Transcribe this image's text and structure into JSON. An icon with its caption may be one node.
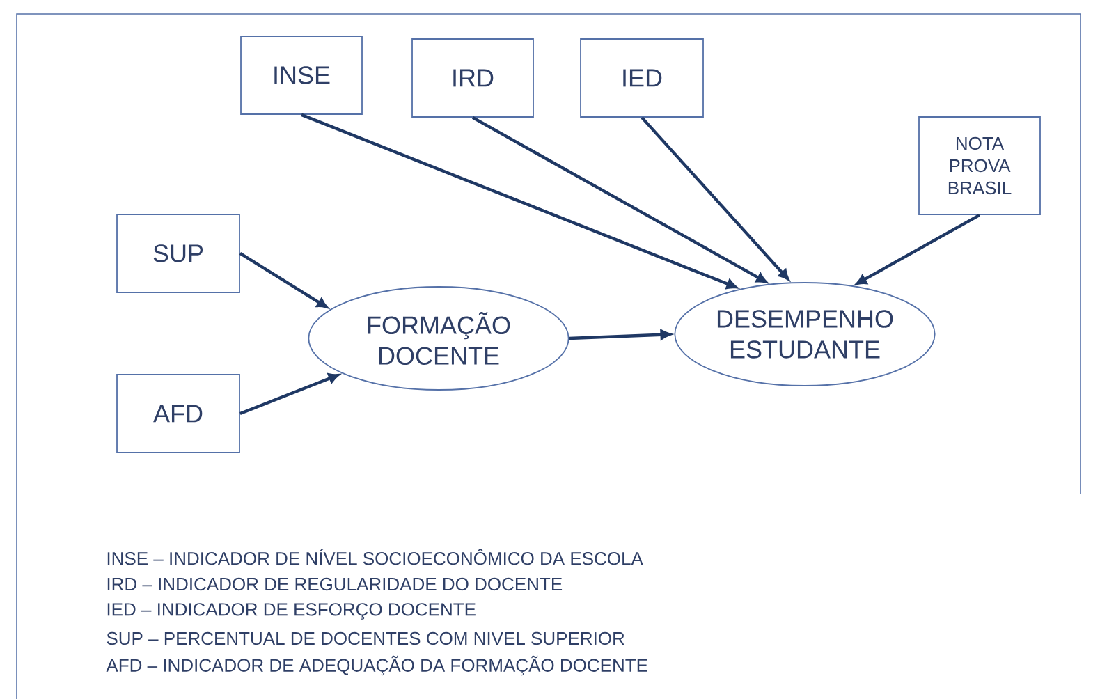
{
  "diagram": {
    "nodes": [
      {
        "text": [
          "INSE"
        ]
      },
      {
        "text": [
          "IRD"
        ]
      },
      {
        "text": [
          "IED"
        ]
      },
      {
        "text": [
          "NOTA PROVA BRASIL"
        ]
      },
      {
        "text": [
          "SUP"
        ]
      },
      {
        "text": [
          "AFD"
        ]
      },
      {
        "text": [
          "FORMAÇÃO DOCENTE"
        ]
      },
      {
        "text": [
          "DESEMPENHO ESTUDANTE"
        ]
      }
    ],
    "edges": [
      {
        "from": 0,
        "to": 7,
        "arrow": "to"
      },
      {
        "from": 1,
        "to": 7,
        "arrow": "to"
      },
      {
        "from": 2,
        "to": 7,
        "arrow": "to"
      },
      {
        "from": 3,
        "to": 7,
        "arrow": "to"
      },
      {
        "from": 4,
        "to": 6,
        "arrow": "to"
      },
      {
        "from": 5,
        "to": 6,
        "arrow": "to"
      },
      {
        "from": 6,
        "to": 7,
        "arrow": "to"
      }
    ],
    "labels": [
      "INSE – INDICADOR DE NÍVEL SOCIOECONÔMICO  DA ESCOLA",
      "IRD – INDICADOR DE REGULARIDADE DO DOCENTE",
      "IED – INDICADOR DE ESFORÇO DOCENTE",
      "SUP – PERCENTUAL DE DOCENTES COM NIVEL SUPERIOR",
      "AFD – INDICADOR DE ADEQUAÇÃO DA FORMAÇÃO DOCENTE"
    ]
  }
}
